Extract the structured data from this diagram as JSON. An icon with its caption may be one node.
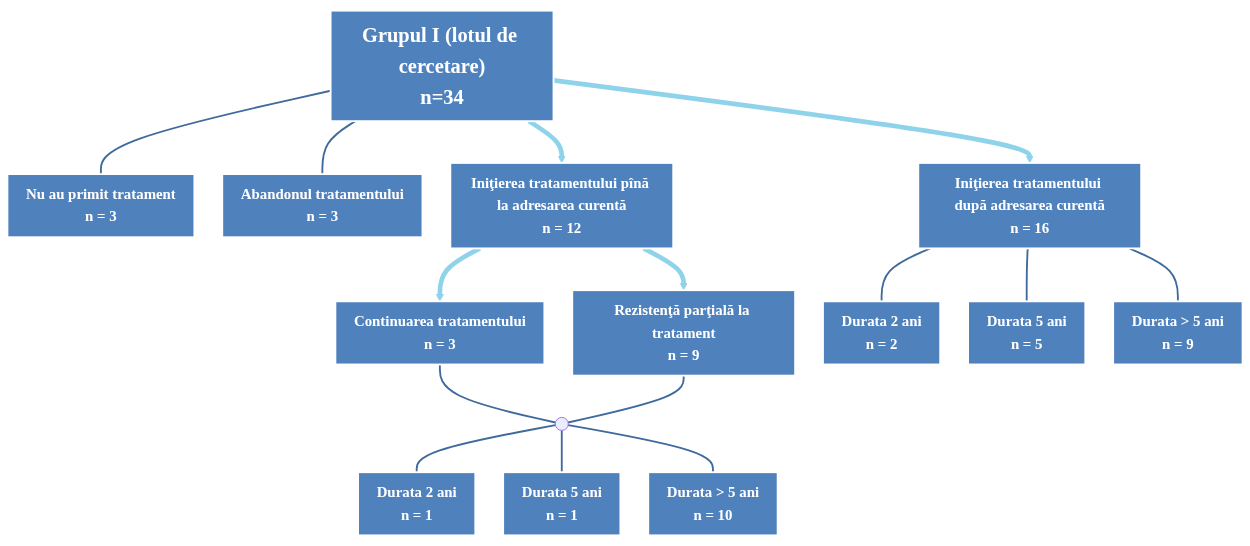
{
  "diagram": {
    "nodes": [
      {
        "text": [
          "Grupul I (lotul de cercetare)",
          "n=34"
        ]
      },
      {
        "text": [
          "Nu au primit tratament",
          "n = 3"
        ]
      },
      {
        "text": [
          "Abandonul tratamentului",
          "n = 3"
        ]
      },
      {
        "text": [
          "Iniţierea tratamentului pînă la adresarea curentă",
          "n = 12"
        ]
      },
      {
        "text": [
          "Iniţierea tratamentului după adresarea curentă",
          "n = 16"
        ]
      },
      {
        "text": [
          "Continuarea tratamentului",
          "n = 3"
        ]
      },
      {
        "text": [
          "Rezistenţă parţială la tratament",
          "n = 9"
        ]
      },
      {
        "text": [],
        "shape": "circle"
      },
      {
        "text": [
          "Durata 2 ani",
          "n = 1"
        ]
      },
      {
        "text": [
          "Durata 5 ani",
          "n = 1"
        ]
      },
      {
        "text": [
          "Durata > 5 ani",
          "n = 10"
        ]
      },
      {
        "text": [
          "Durata 2 ani",
          "n = 2"
        ]
      },
      {
        "text": [
          "Durata 5 ani",
          "n = 5"
        ]
      },
      {
        "text": [
          "Durata > 5 ani",
          "n = 9"
        ]
      }
    ],
    "edges": [
      {
        "from": 0,
        "to": 1,
        "arrow": "none"
      },
      {
        "from": 0,
        "to": 2,
        "arrow": "none"
      },
      {
        "from": 0,
        "to": 3,
        "arrow": "to",
        "style": "thick",
        "color": "#8fd3ea"
      },
      {
        "from": 0,
        "to": 4,
        "arrow": "to",
        "style": "thick",
        "color": "#8fd3ea"
      },
      {
        "from": 3,
        "to": 5,
        "arrow": "to",
        "style": "thick",
        "color": "#8fd3ea"
      },
      {
        "from": 3,
        "to": 6,
        "arrow": "to",
        "style": "thick",
        "color": "#8fd3ea"
      },
      {
        "from": 5,
        "to": 7,
        "arrow": "none"
      },
      {
        "from": 6,
        "to": 7,
        "arrow": "none"
      },
      {
        "from": 7,
        "to": 8,
        "arrow": "none"
      },
      {
        "from": 7,
        "to": 9,
        "arrow": "none"
      },
      {
        "from": 7,
        "to": 10,
        "arrow": "none"
      },
      {
        "from": 4,
        "to": 11,
        "arrow": "none"
      },
      {
        "from": 4,
        "to": 12,
        "arrow": "none"
      },
      {
        "from": 4,
        "to": 13,
        "arrow": "none"
      }
    ]
  }
}
